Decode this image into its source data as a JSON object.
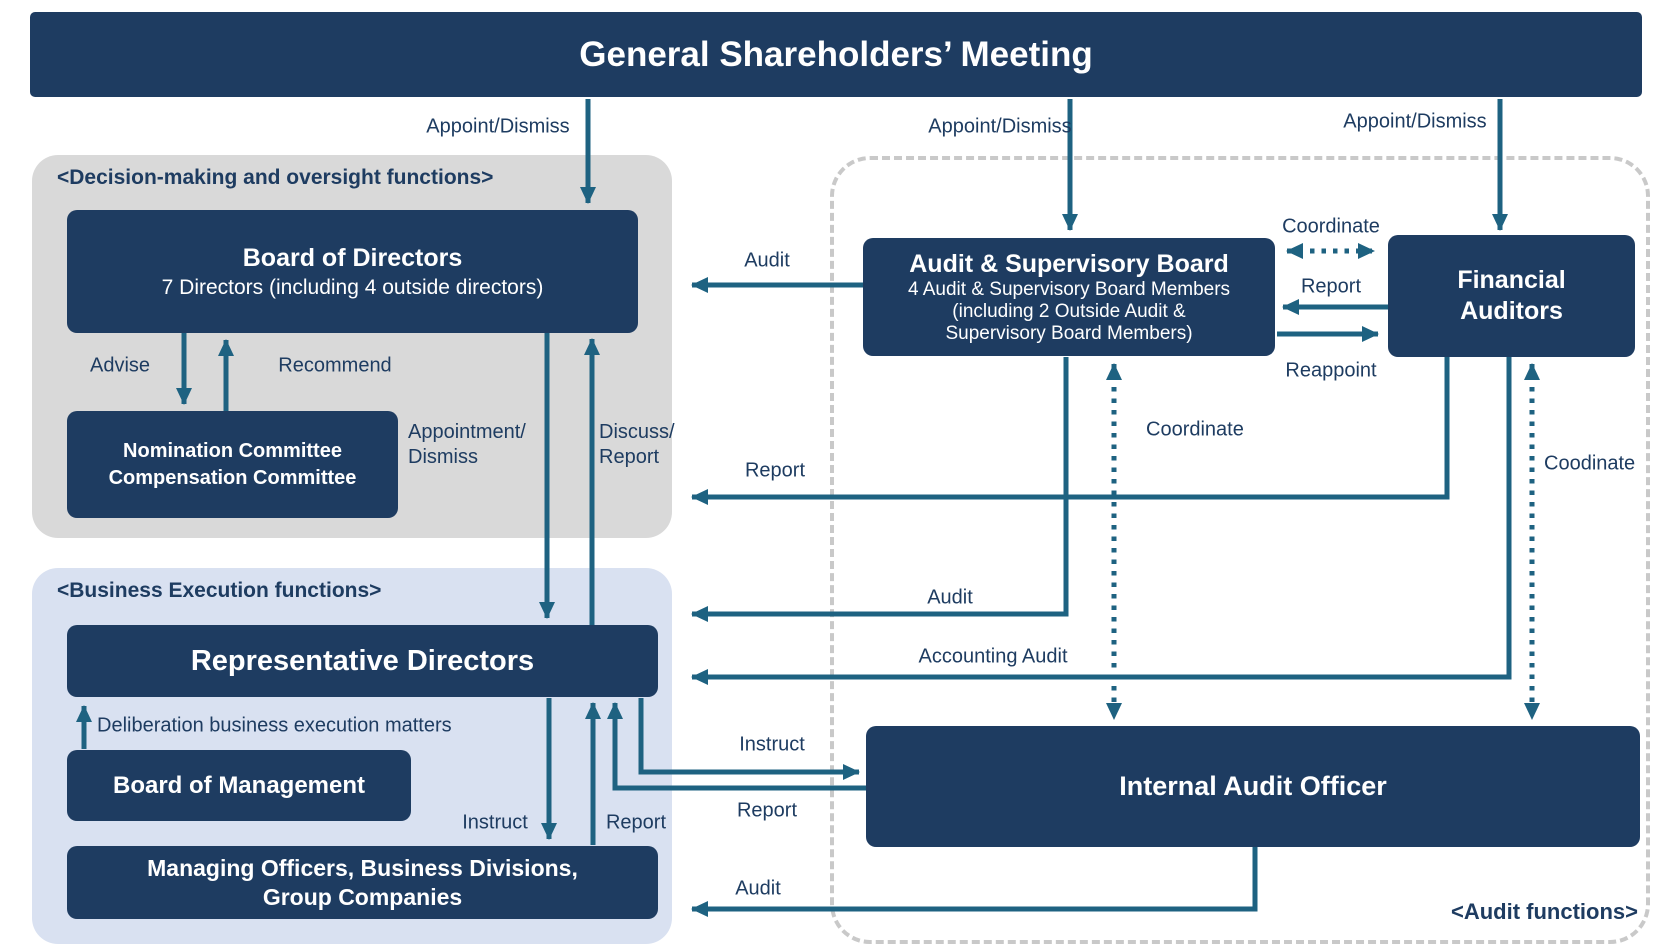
{
  "banner": {
    "title": "General Shareholders’ Meeting"
  },
  "panels": {
    "decision": {
      "label": "<Decision-making and oversight functions>"
    },
    "business": {
      "label": "<Business Execution functions>"
    },
    "audit": {
      "label": "<Audit functions>"
    }
  },
  "boxes": {
    "board_of_directors": {
      "title": "Board of Directors",
      "subtitle": "7 Directors (including 4 outside directors)"
    },
    "committees": {
      "line1": "Nomination Committee",
      "line2": "Compensation Committee"
    },
    "representative_directors": {
      "title": "Representative Directors"
    },
    "board_of_management": {
      "title": "Board of Management"
    },
    "managing_officers": {
      "line1": "Managing Officers, Business Divisions,",
      "line2": "Group Companies"
    },
    "audit_supervisory_board": {
      "title": "Audit & Supervisory Board",
      "sub1": "4 Audit & Supervisory Board Members",
      "sub2": "(including 2 Outside Audit &",
      "sub3": "Supervisory Board Members)"
    },
    "financial_auditors": {
      "line1": "Financial",
      "line2": "Auditors"
    },
    "internal_audit_officer": {
      "title": "Internal Audit Officer"
    }
  },
  "labels": {
    "appoint_dismiss_1": "Appoint/Dismiss",
    "appoint_dismiss_2": "Appoint/Dismiss",
    "appoint_dismiss_3": "Appoint/Dismiss",
    "audit_asb_to_bod": "Audit",
    "advise": "Advise",
    "recommend": "Recommend",
    "appointment_dismiss": {
      "line1": "Appointment/",
      "line2": "Dismiss"
    },
    "discuss_report": {
      "line1": "Discuss/",
      "line2": "Report"
    },
    "report_fa_to_left": "Report",
    "coordinate_top": "Coordinate",
    "report_fa_to_asb": "Report",
    "reappoint": "Reappoint",
    "coordinate_left": "Coordinate",
    "coodinate_right": "Coodinate",
    "audit_asb_to_rd": "Audit",
    "accounting_audit": "Accounting Audit",
    "instruct_to_iao": "Instruct",
    "report_from_iao": "Report",
    "deliberation": "Deliberation business execution matters",
    "instruct_to_mo": "Instruct",
    "report_from_mo": "Report",
    "audit_iao_to_mo": "Audit"
  },
  "colors": {
    "navy": "#1e3c61",
    "line_teal": "#1e6281",
    "panel_gray": "#d9d9d9",
    "panel_blue": "#d9e1f1",
    "dashed_border": "#c9c9c9",
    "text_navy": "#1e3c61",
    "white": "#ffffff"
  }
}
